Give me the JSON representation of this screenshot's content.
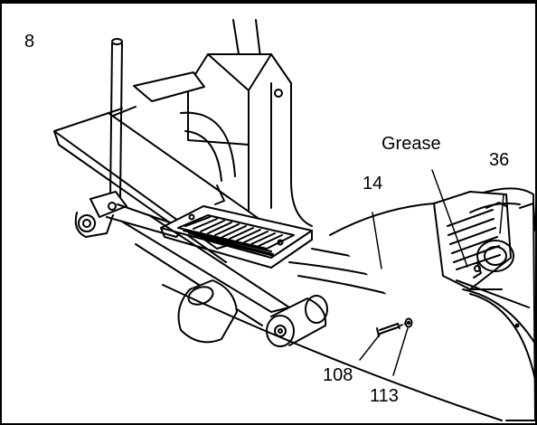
{
  "step_number": "8",
  "callouts": {
    "grease": "Grease",
    "part_36": "36",
    "part_14": "14",
    "part_108": "108",
    "part_113": "113"
  }
}
